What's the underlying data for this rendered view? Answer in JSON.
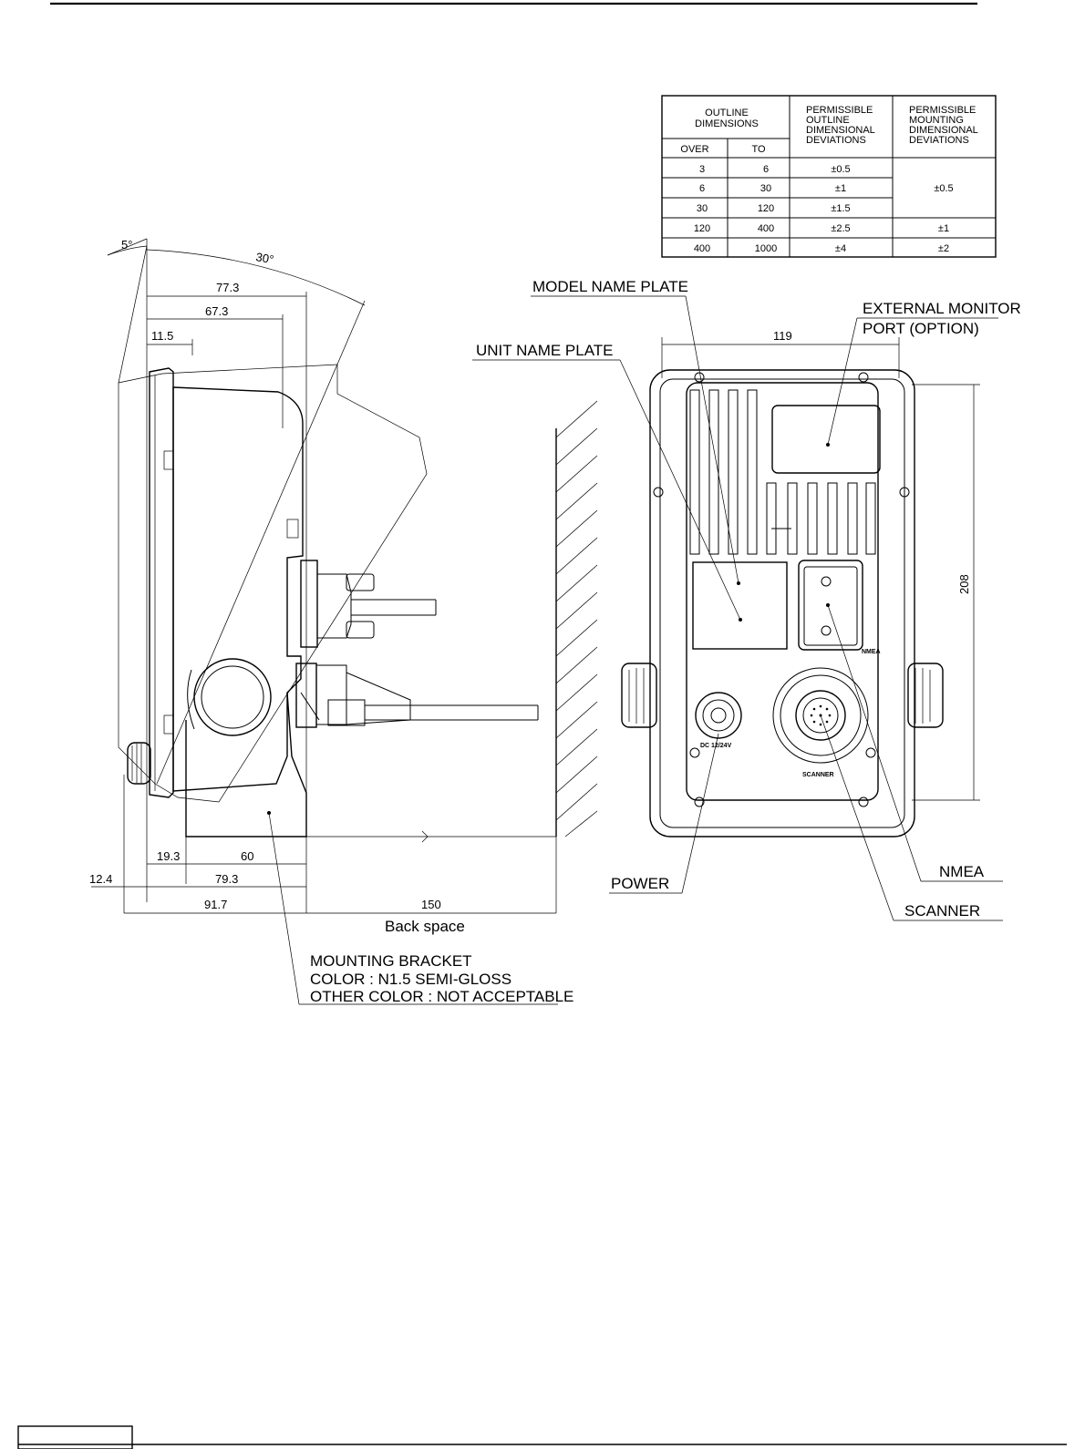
{
  "tolerance_table": {
    "header_outline": [
      "OUTLINE",
      "DIMENSIONS"
    ],
    "header_over": "OVER",
    "header_to": "TO",
    "header_outline_dev": [
      "PERMISSIBLE",
      "OUTLINE",
      "DIMENSIONAL",
      "DEVIATIONS"
    ],
    "header_mount_dev": [
      "PERMISSIBLE",
      "MOUNTING",
      "DIMENSIONAL",
      "DEVIATIONS"
    ],
    "rows": [
      {
        "over": "3",
        "to": "6",
        "outline_dev": "±0.5"
      },
      {
        "over": "6",
        "to": "30",
        "outline_dev": "±1"
      },
      {
        "over": "30",
        "to": "120",
        "outline_dev": "±1.5"
      },
      {
        "over": "120",
        "to": "400",
        "outline_dev": "±2.5"
      },
      {
        "over": "400",
        "to": "1000",
        "outline_dev": "±4"
      }
    ],
    "mount_dev_merged": "±0.5",
    "mount_dev_row4": "±1",
    "mount_dev_row5": "±2"
  },
  "side_view": {
    "angle_5": "5°",
    "angle_30": "30°",
    "dim_77_3": "77.3",
    "dim_67_3": "67.3",
    "dim_11_5": "11.5",
    "dim_19_3": "19.3",
    "dim_60": "60",
    "dim_12_4": "12.4",
    "dim_79_3": "79.3",
    "dim_91_7": "91.7",
    "dim_150": "150",
    "back_space": "Back space",
    "bracket_note": [
      "MOUNTING BRACKET",
      "COLOR : N1.5 SEMI-GLOSS",
      "OTHER COLOR : NOT ACCEPTABLE"
    ]
  },
  "rear_view": {
    "model_name_plate": "MODEL NAME PLATE",
    "unit_name_plate": "UNIT NAME PLATE",
    "external_monitor": [
      "EXTERNAL MONITOR",
      "PORT (OPTION)"
    ],
    "dim_119": "119",
    "dim_208": "208",
    "nmea_small": "NMEA",
    "dc_small": "DC 12/24V",
    "scanner_small": "SCANNER",
    "power": "POWER",
    "nmea": "NMEA",
    "scanner": "SCANNER"
  }
}
